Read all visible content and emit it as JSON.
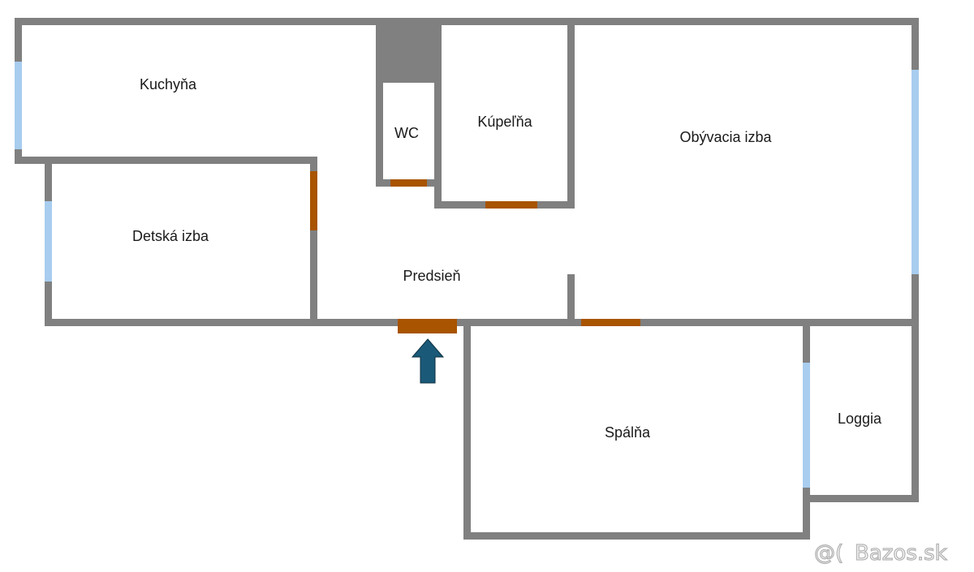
{
  "rooms": {
    "kitchen": "Kuchyňa",
    "wc": "WC",
    "bathroom": "Kúpeľňa",
    "living_room": "Obývacia izba",
    "kids_room": "Detská izba",
    "hallway": "Predsieň",
    "bedroom": "Spálňa",
    "loggia": "Loggia"
  },
  "watermark": {
    "text": "Bazos.sk",
    "logo": "@("
  },
  "colors": {
    "wall": "#808080",
    "shaft": "#808080",
    "door": "#a85400",
    "window": "#a8cdef",
    "entrance_arrow": "#1a5a78",
    "background": "#ffffff"
  },
  "icons": {
    "entrance": "entrance-arrow-icon"
  }
}
